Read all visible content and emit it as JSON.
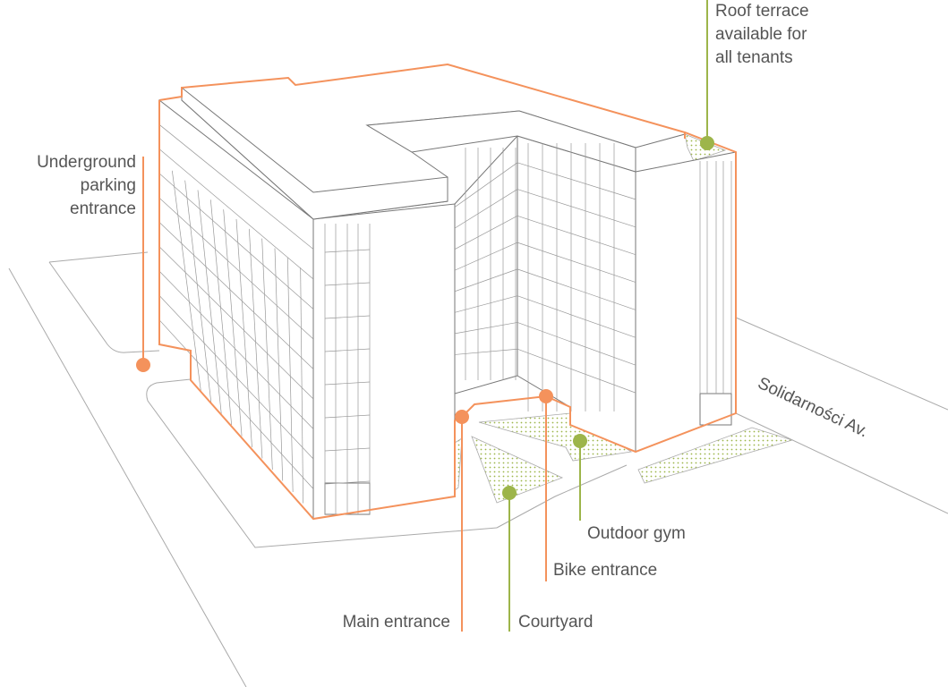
{
  "colors": {
    "accent_orange": "#f4925c",
    "accent_green": "#9db54a",
    "line_gray": "#9a9a9a",
    "text": "#555555"
  },
  "labels": {
    "parking": [
      "Underground",
      "parking",
      "entrance"
    ],
    "roof": [
      "Roof terrace",
      "available for",
      "all tenants"
    ],
    "street": "Solidarności Av.",
    "gym": "Outdoor gym",
    "bike": "Bike entrance",
    "main": "Main entrance",
    "courtyard": "Courtyard"
  }
}
